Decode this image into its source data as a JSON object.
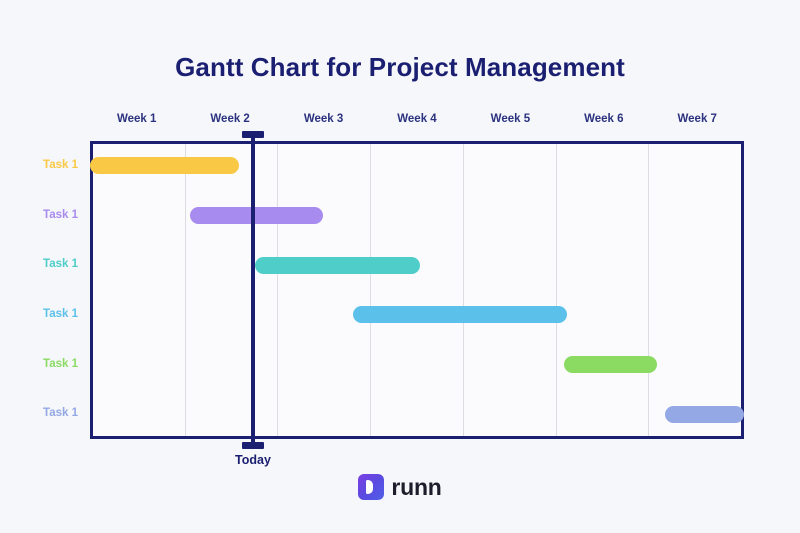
{
  "page": {
    "background": "#f6f7fa",
    "brand_navy": "#1a1f71"
  },
  "header": {
    "title": "Gantt Chart for Project Management"
  },
  "today_marker": {
    "label": "Today",
    "at_week": 2,
    "color": "#1a1f71"
  },
  "logo": {
    "name": "runn",
    "icon": "runn-logo-icon",
    "gradient_start": "#7b3fe4",
    "gradient_end": "#4f5fe8"
  },
  "chart_data": {
    "type": "bar",
    "subtype": "gantt",
    "title": "Gantt Chart for Project Management",
    "xlabel": "",
    "ylabel": "",
    "grid": true,
    "legend": "none",
    "categories": [
      "Week 1",
      "Week 2",
      "Week 3",
      "Week 4",
      "Week 5",
      "Week 6",
      "Week 7"
    ],
    "xlim": [
      0,
      7
    ],
    "x_unit": "week",
    "tasks": [
      {
        "label": "Task 1",
        "start_week": 0.0,
        "end_week": 1.6,
        "color": "#f9c945"
      },
      {
        "label": "Task 1",
        "start_week": 1.07,
        "end_week": 2.49,
        "color": "#a78bee"
      },
      {
        "label": "Task 1",
        "start_week": 1.77,
        "end_week": 3.53,
        "color": "#4ecdc9"
      },
      {
        "label": "Task 1",
        "start_week": 2.82,
        "end_week": 5.11,
        "color": "#5bc0ea"
      },
      {
        "label": "Task 1",
        "start_week": 5.07,
        "end_week": 6.07,
        "color": "#8bdb63"
      },
      {
        "label": "Task 1",
        "start_week": 6.15,
        "end_week": 7.0,
        "color": "#93a8e4"
      }
    ]
  }
}
